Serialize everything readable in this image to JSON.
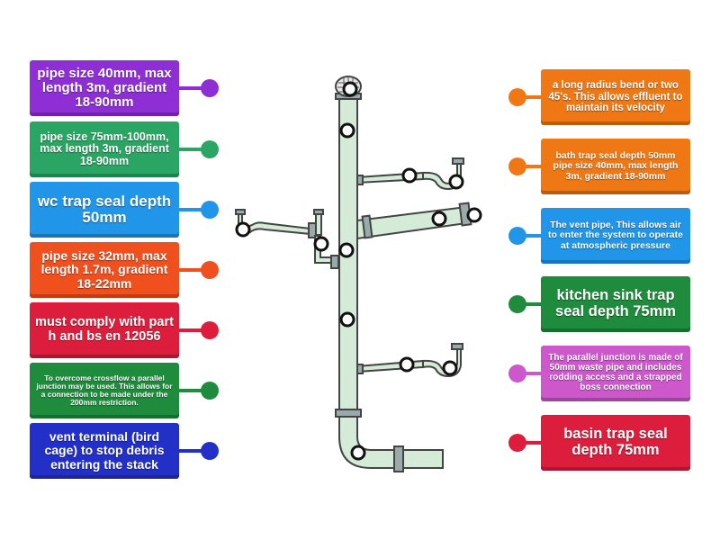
{
  "left_cards": [
    {
      "text": "pipe size 40mm, max length 3m, gradient 18-90mm",
      "color": "#8e2fd6",
      "font": 15
    },
    {
      "text": "pipe size 75mm-100mm, max length 3m, gradient 18-90mm",
      "color": "#2aa564",
      "font": 12.5
    },
    {
      "text": "wc trap seal depth 50mm",
      "color": "#2196e8",
      "font": 17
    },
    {
      "text": "pipe size 32mm, max length 1.7m, gradient 18-22mm",
      "color": "#f0501e",
      "font": 14
    },
    {
      "text": "must comply with part h and bs en 12056",
      "color": "#dc1e3c",
      "font": 14.5
    },
    {
      "text": "To overcome crossflow a parallel junction may be used. This allows for a connection to be made under the 200mm restriction.",
      "color": "#1e8c3c",
      "font": 8.5
    },
    {
      "text": "vent terminal (bird cage) to stop debris entering the stack",
      "color": "#2230c8",
      "font": 14
    }
  ],
  "right_cards": [
    {
      "text": "a long radius bend or two 45's. This allows effluent to maintain its velocity",
      "color": "#f07814",
      "font": 11.5
    },
    {
      "text": "bath trap seal depth 50mm pipe size 40mm, max length 3m, gradient 18-90mm",
      "color": "#f07814",
      "font": 10.5
    },
    {
      "text": "The vent pipe, This allows air to enter the system to operate at atmospheric pressure",
      "color": "#2196e8",
      "font": 10.5
    },
    {
      "text": "kitchen sink trap seal depth 75mm",
      "color": "#1e8c3c",
      "font": 16.5
    },
    {
      "text": "The parallel junction is made of 50mm waste pipe and includes rodding access and a strapped boss connection",
      "color": "#cc58cc",
      "font": 10
    },
    {
      "text": "basin trap seal depth 75mm",
      "color": "#dc1e3c",
      "font": 16.5
    }
  ],
  "colors": {
    "pipe_fill": "#d4ebd8",
    "pipe_stroke": "#444444",
    "target_ring": "#111111"
  }
}
